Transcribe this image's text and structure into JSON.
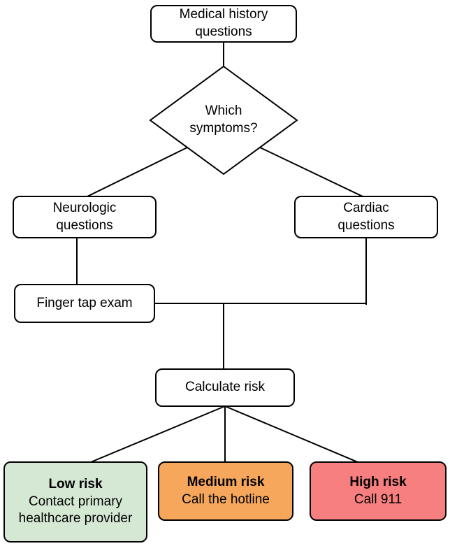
{
  "diagram": {
    "background": "#ffffff",
    "line_color": "#000000",
    "nodes": {
      "medical_history": {
        "label": "Medical history\nquestions",
        "fill": "#ffffff"
      },
      "which_symptoms": {
        "label": "Which\nsymptoms?",
        "fill": "#ffffff"
      },
      "neurologic": {
        "label": "Neurologic\nquestions",
        "fill": "#ffffff"
      },
      "cardiac": {
        "label": "Cardiac\nquestions",
        "fill": "#ffffff"
      },
      "finger_tap": {
        "label": "Finger tap exam",
        "fill": "#ffffff"
      },
      "calculate_risk": {
        "label": "Calculate risk",
        "fill": "#ffffff"
      },
      "low_risk": {
        "title": "Low risk",
        "detail": "Contact primary\nhealthcare provider",
        "fill": "#d5e8d4"
      },
      "medium_risk": {
        "title": "Medium risk",
        "detail": "Call the hotline",
        "fill": "#f6a75c"
      },
      "high_risk": {
        "title": "High risk",
        "detail": "Call 911",
        "fill": "#f87f7f"
      }
    }
  }
}
